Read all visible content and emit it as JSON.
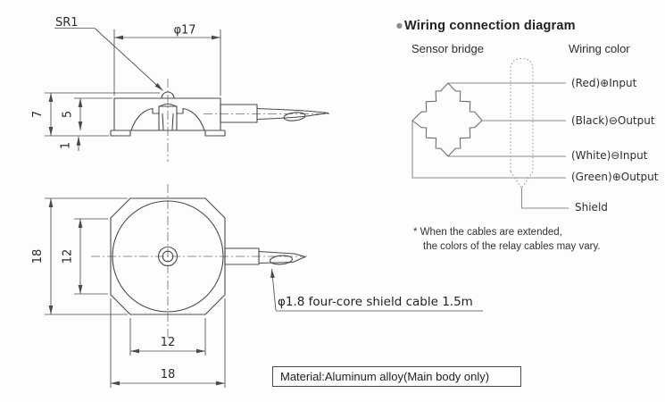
{
  "colors": {
    "line": "#4a4a4a",
    "wire": "#8a8a8a",
    "sheath_dotted": "#9a9a9a",
    "text": "#2b2b2b",
    "title_bullet": "#8c8c8c",
    "background": "#fdfdfd"
  },
  "dimension_drawing": {
    "side_view": {
      "sr1_label": "SR1",
      "diameter": "φ17",
      "total_height": "7",
      "body_height": "5",
      "flange_height": "1"
    },
    "top_view": {
      "outer_height": "18",
      "inner_height": "12",
      "inner_width": "12",
      "outer_width": "18"
    },
    "cable_note": "φ1.8 four-core shield cable 1.5m",
    "material_note": "Material:Aluminum alloy(Main body only)"
  },
  "wiring_diagram": {
    "bullet": "●",
    "title": "Wiring connection diagram",
    "left_heading": "Sensor bridge",
    "right_heading": "Wiring color",
    "wires": [
      {
        "label": "(Red)⊕Input"
      },
      {
        "label": "(Black)⊖Output"
      },
      {
        "label": "(White)⊖Input"
      },
      {
        "label": "(Green)⊕Output"
      }
    ],
    "shield_label": "Shield",
    "footnote_line1": "* When the cables are extended,",
    "footnote_line2": "the colors of the relay cables may vary."
  }
}
